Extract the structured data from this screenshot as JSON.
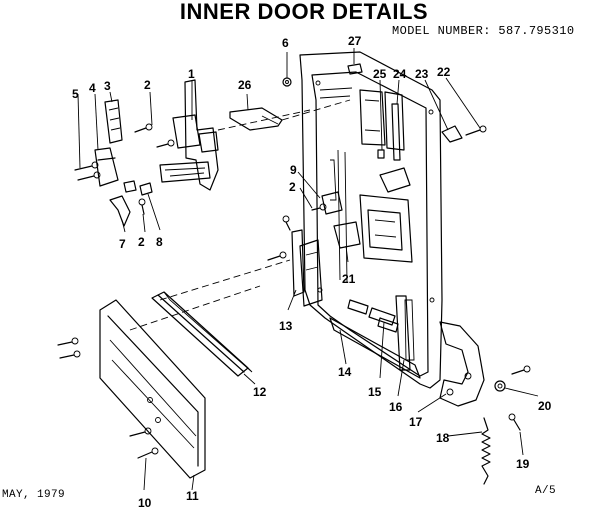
{
  "title": "INNER DOOR DETAILS",
  "model_number": "MODEL NUMBER:  587.795310",
  "date": "MAY, 1979",
  "page_ref": "A/5",
  "callouts": [
    "1",
    "2",
    "3",
    "4",
    "5",
    "6",
    "7",
    "8",
    "9",
    "10",
    "11",
    "12",
    "13",
    "14",
    "15",
    "16",
    "17",
    "18",
    "19",
    "20",
    "21",
    "22",
    "23",
    "24",
    "25",
    "26",
    "27"
  ]
}
